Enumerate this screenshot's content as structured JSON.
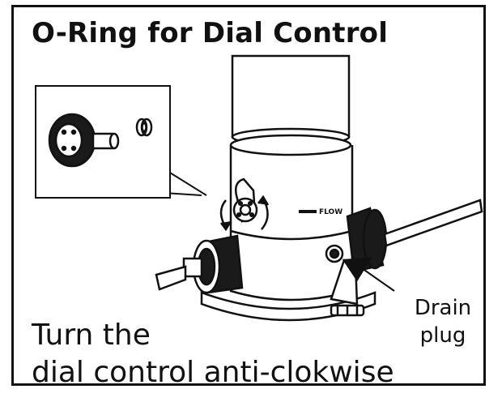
{
  "title": "O-Ring for Dial Control",
  "instruction": {
    "line1": "Turn the",
    "line2": "dial control anti-clokwise"
  },
  "callout": {
    "line1": "Drain",
    "line2": "plug"
  },
  "housing_label": "FLOW",
  "colors": {
    "ink": "#111111",
    "background": "#ffffff",
    "shade": "#8a8a8a"
  },
  "icons": [
    "dial-knob-icon",
    "o-ring-icon",
    "rotate-arrow-icon"
  ]
}
